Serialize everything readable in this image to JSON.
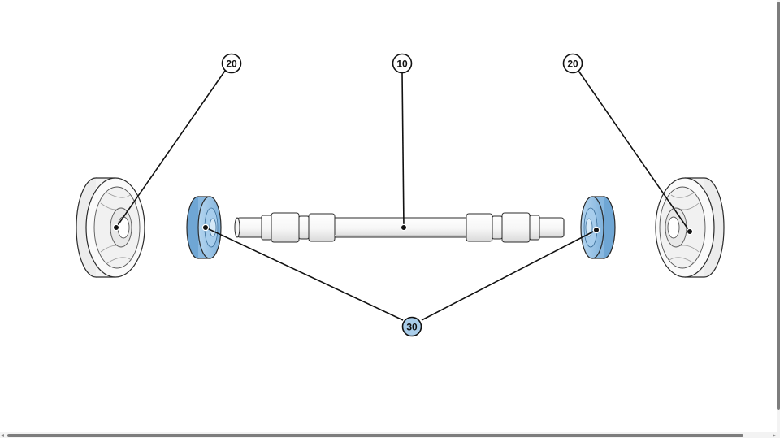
{
  "callouts": {
    "shaft": {
      "label": "10",
      "color": "#ffffff"
    },
    "pulley_left": {
      "label": "20",
      "color": "#ffffff"
    },
    "pulley_right": {
      "label": "20",
      "color": "#ffffff"
    },
    "spacers": {
      "label": "30",
      "color": "#a9cdea"
    }
  },
  "colors": {
    "line": "#111111",
    "part_fill": "#fafafa",
    "part_shade": "#e4e4e4",
    "highlight_fill": "#9cc6e8",
    "highlight_shade": "#6fa6d4",
    "outline": "#2a2a2a"
  }
}
